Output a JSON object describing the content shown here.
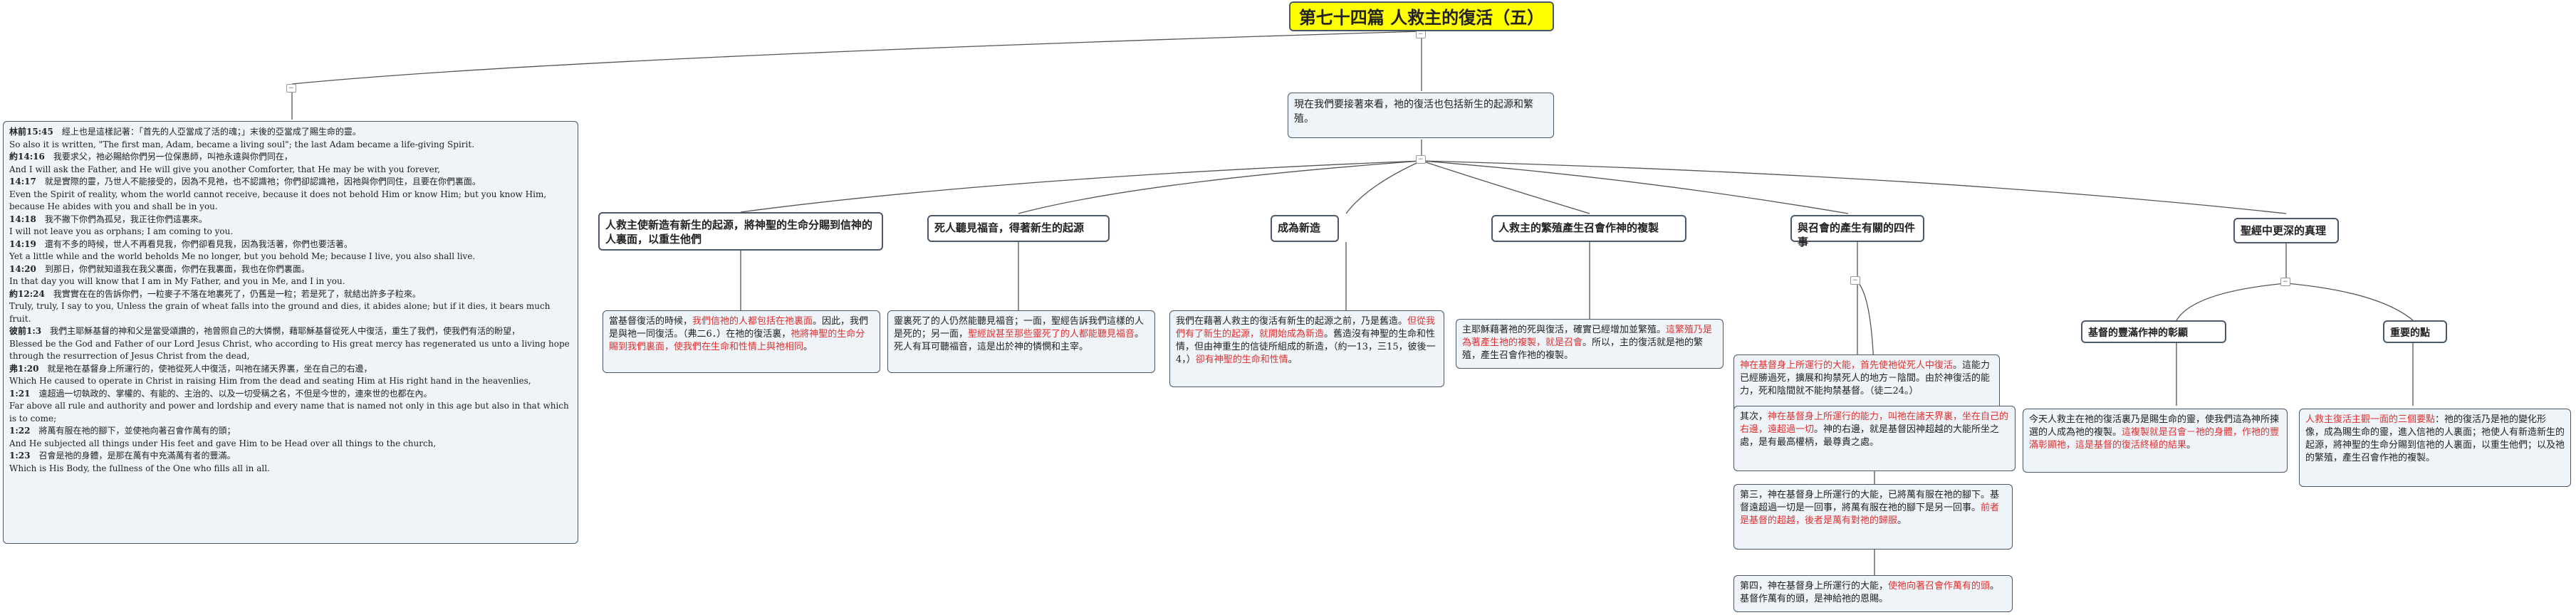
{
  "root": {
    "title": "第七十四篇 人救主的復活（五）"
  },
  "left_branch": {
    "lines": [
      {
        "ref": "林前15:45",
        "text": "經上也是這樣記著：「首先的人亞當成了活的魂；」末後的亞當成了賜生命的靈。"
      },
      {
        "ref": "",
        "text": "So also it is written, \"The first man, Adam, became a living soul\"; the last Adam became a life-giving Spirit."
      },
      {
        "ref": "約14:16",
        "text": "我要求父，祂必賜給你們另一位保惠師，叫祂永遠與你們同在，"
      },
      {
        "ref": "",
        "text": "And I will ask the Father, and He will give you another Comforter, that He may be with you forever,"
      },
      {
        "ref": "14:17",
        "text": "就是實際的靈，乃世人不能接受的，因為不見祂，也不認識祂；你們卻認識祂，因祂與你們同住，且要在你們裏面。"
      },
      {
        "ref": "",
        "text": "Even the Spirit of reality, whom the world cannot receive, because it does not behold Him or know Him; but you know Him, because He abides with you and shall be in you."
      },
      {
        "ref": "14:18",
        "text": "我不撇下你們為孤兒，我正往你們這裏來。"
      },
      {
        "ref": "",
        "text": "I will not leave you as orphans; I am coming to you."
      },
      {
        "ref": "14:19",
        "text": "還有不多的時候，世人不再看見我，你們卻看見我，因為我活著，你們也要活著。"
      },
      {
        "ref": "",
        "text": "Yet a little while and the world beholds Me no longer, but you behold Me; because I live, you also shall live."
      },
      {
        "ref": "14:20",
        "text": "到那日，你們就知道我在我父裏面，你們在我裏面，我也在你們裏面。"
      },
      {
        "ref": "",
        "text": "In that day you will know that I am in My Father, and you in Me, and I in you."
      },
      {
        "ref": "約12:24",
        "text": "我實實在在的告訴你們，一粒麥子不落在地裏死了，仍舊是一粒；若是死了，就結出許多子粒來。"
      },
      {
        "ref": "",
        "text": "Truly, truly, I say to you, Unless the grain of wheat falls into the ground and dies, it abides alone; but if it dies, it bears much fruit."
      },
      {
        "ref": "彼前1:3",
        "text": "我們主耶穌基督的神和父是當受頌讚的，祂曾照自己的大憐憫，藉耶穌基督從死人中復活，重生了我們，使我們有活的盼望，"
      },
      {
        "ref": "",
        "text": "Blessed be the God and Father of our Lord Jesus Christ, who according to His great mercy has regenerated us unto a living hope through the resurrection of Jesus Christ from the dead,"
      },
      {
        "ref": "弗1:20",
        "text": "就是祂在基督身上所運行的，使祂從死人中復活，叫祂在諸天界裏，坐在自己的右邊，"
      },
      {
        "ref": "",
        "text": "Which He caused to operate in Christ in raising Him from the dead and seating Him at His right hand in the heavenlies,"
      },
      {
        "ref": "1:21",
        "text": "遠超過一切執政的、掌權的、有能的、主治的、以及一切受稱之名，不但是今世的，連來世的也都在內。"
      },
      {
        "ref": "",
        "text": "Far above all rule and authority and power and lordship and every name that is named not only in this age but also in that which is to come;"
      },
      {
        "ref": "1:22",
        "text": "將萬有服在祂的腳下，並使祂向著召會作萬有的頭；"
      },
      {
        "ref": "",
        "text": "And He subjected all things under His feet and gave Him to be Head over all things to the church,"
      },
      {
        "ref": "1:23",
        "text": "召會是祂的身體，是那在萬有中充滿萬有者的豐滿。"
      },
      {
        "ref": "",
        "text": "Which is His Body, the fullness of the One who fills all in all."
      }
    ]
  },
  "center_intro": {
    "text": "現在我們要接著來看，祂的復活也包括新生的起源和繁殖。"
  },
  "topics": [
    {
      "title": "人救主使新造有新生的起源，將神聖的生命分賜到信神的人裏面，以重生他們"
    },
    {
      "title": "死人聽見福音，得著新生的起源"
    },
    {
      "title": "成為新造"
    },
    {
      "title": "人救主的繁殖產生召會作神的複製"
    },
    {
      "title": "與召會的產生有關的四件事"
    },
    {
      "title": "聖經中更深的真理"
    }
  ],
  "leaves": {
    "t1": [
      {
        "t": "當基督復活的時候，",
        "red": false
      },
      {
        "t": "我們信祂的人都包括在祂裏面",
        "red": true
      },
      {
        "t": "。因此，我們是與祂一同復活。（弗二6．）在祂的復活裏，",
        "red": false
      },
      {
        "t": "祂將神聖的生命分賜到我們裏面，使我們在生命和性情上與祂相同",
        "red": true
      },
      {
        "t": "。",
        "red": false
      }
    ],
    "t2": [
      {
        "t": "靈裏死了的人仍然能聽見福音；一面，聖經告訴我們這樣的人是死的；另一面，",
        "red": false
      },
      {
        "t": "聖經說甚至那些靈死了的人都能聽見福音",
        "red": true
      },
      {
        "t": "。死人有耳可聽福音，這是出於神的憐憫和主宰。",
        "red": false
      }
    ],
    "t3": [
      {
        "t": "我們在藉著人救主的復活有新生的起源之前，乃是舊造。",
        "red": false
      },
      {
        "t": "但從我們有了新生的起源，就開始成為新造",
        "red": true
      },
      {
        "t": "。舊造沒有神聖的生命和性情，但由神重生的信徒所組成的新造，（約一13，三15，彼後一4，）",
        "red": false
      },
      {
        "t": "卻有神聖的生命和性情",
        "red": true
      },
      {
        "t": "。",
        "red": false
      }
    ],
    "t4": [
      {
        "t": "主耶穌藉著祂的死與復活，確實已經增加並繁殖。",
        "red": false
      },
      {
        "t": "這繁殖乃是為著產生祂的複製，就是召會",
        "red": true
      },
      {
        "t": "。所以，主的復活就是祂的繁殖，產生召會作祂的複製。",
        "red": false
      }
    ],
    "t5a": [
      {
        "t": "神在基督身上所運行的大能，首先使祂從死人中復活",
        "red": true
      },
      {
        "t": "。這能力已經勝過死，擴展和拘禁死人的地方－陰間。由於神復活的能力，死和陰間就不能拘禁基督。（徒二24。）",
        "red": false
      }
    ],
    "t5b": [
      {
        "t": "其次，",
        "red": false
      },
      {
        "t": "神在基督身上所運行的能力，叫祂在諸天界裏，坐在自己的右邊，遠超過一切",
        "red": true
      },
      {
        "t": "。神的右邊，就是基督因神超越的大能所坐之處，是有最高權柄，最尊貴之處。",
        "red": false
      }
    ],
    "t5c": [
      {
        "t": "第三，神在基督身上所運行的大能，已將萬有服在祂的腳下。基督遠超過一切是一回事，將萬有服在祂的腳下是另一回事。",
        "red": false
      },
      {
        "t": "前者是基督的超越，後者是萬有對祂的歸服",
        "red": true
      },
      {
        "t": "。",
        "red": false
      }
    ],
    "t5d": [
      {
        "t": "第四，神在基督身上所運行的大能，",
        "red": false
      },
      {
        "t": "使祂向著召會作萬有的頭",
        "red": true
      },
      {
        "t": "。基督作萬有的頭，是神給祂的恩賜。",
        "red": false
      }
    ],
    "t6_sub1": {
      "title": "基督的豐滿作神的彰顯"
    },
    "t6_sub2": {
      "title": "重要的點"
    },
    "t6a": [
      {
        "t": "今天人救主在祂的復活裏乃是賜生命的靈，使我們這為神所揀選的人成為祂的複製。",
        "red": false
      },
      {
        "t": "這複製就是召會－祂的身體，作祂的豐滿彰顯祂，這是基督的復活終極的結果",
        "red": true
      },
      {
        "t": "。",
        "red": false
      }
    ],
    "t6b": [
      {
        "t": "人救主復活主觀一面的三個要點",
        "red": true
      },
      {
        "t": "：祂的復活乃是祂的變化形像，成為賜生命的靈，進入信祂的人裏面；祂使人有新造新生的起源，將神聖的生命分賜到信祂的人裏面，以重生他們；以及祂的繁殖，產生召會作祂的複製。",
        "red": false
      }
    ]
  }
}
